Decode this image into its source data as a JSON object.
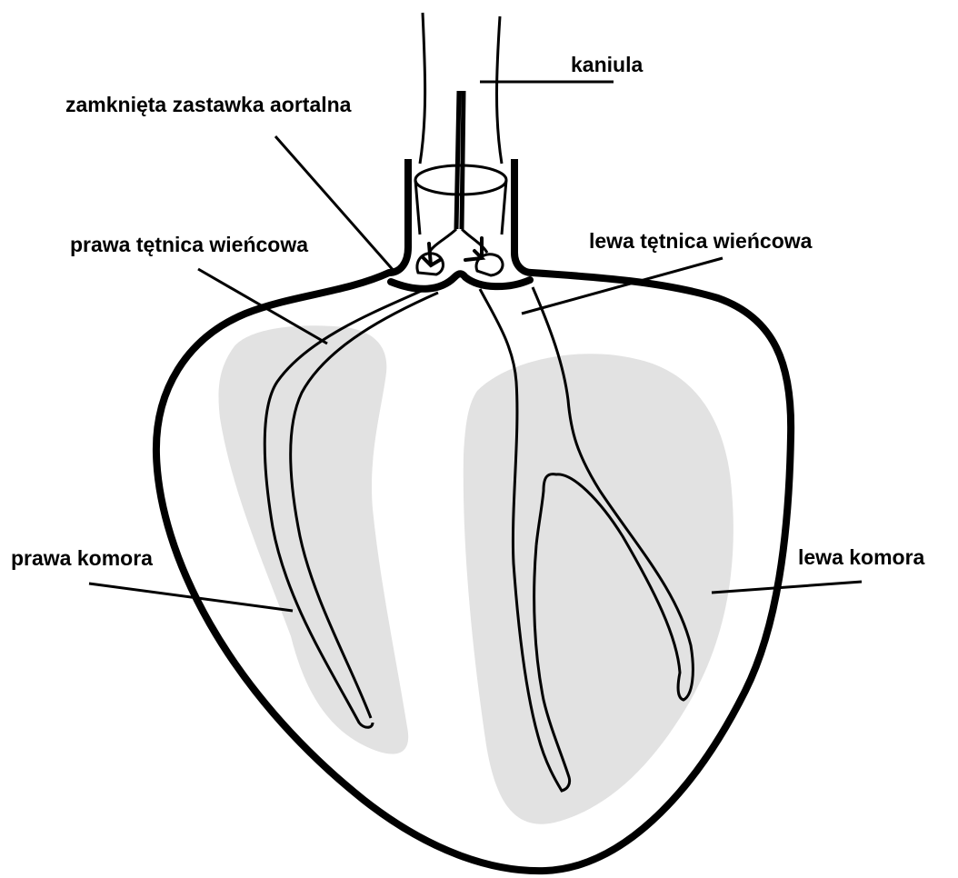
{
  "labels": {
    "cannula": "kaniula",
    "aortic_valve": "zamknięta zastawka aortalna",
    "right_coronary": "prawa tętnica wieńcowa",
    "left_coronary": "lewa tętnica wieńcowa",
    "right_ventricle": "prawa komora",
    "left_ventricle": "lewa komora"
  },
  "colors": {
    "outline": "#000000",
    "ventricle_fill": "#e2e2e2",
    "background": "#ffffff"
  }
}
